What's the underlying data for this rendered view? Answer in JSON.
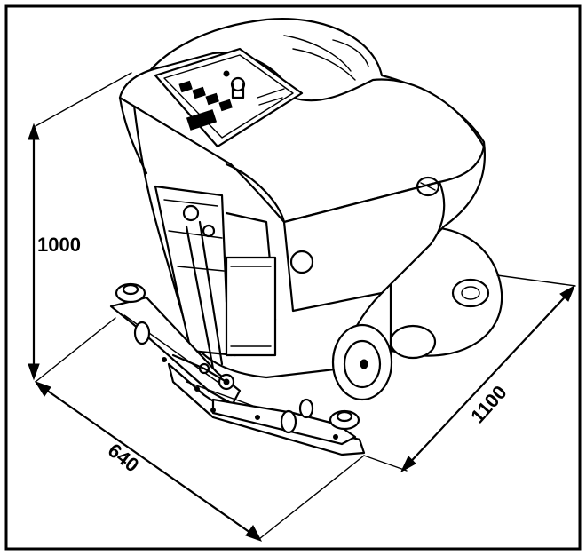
{
  "dimensions": {
    "height": "1000",
    "width": "640",
    "length": "1100"
  }
}
